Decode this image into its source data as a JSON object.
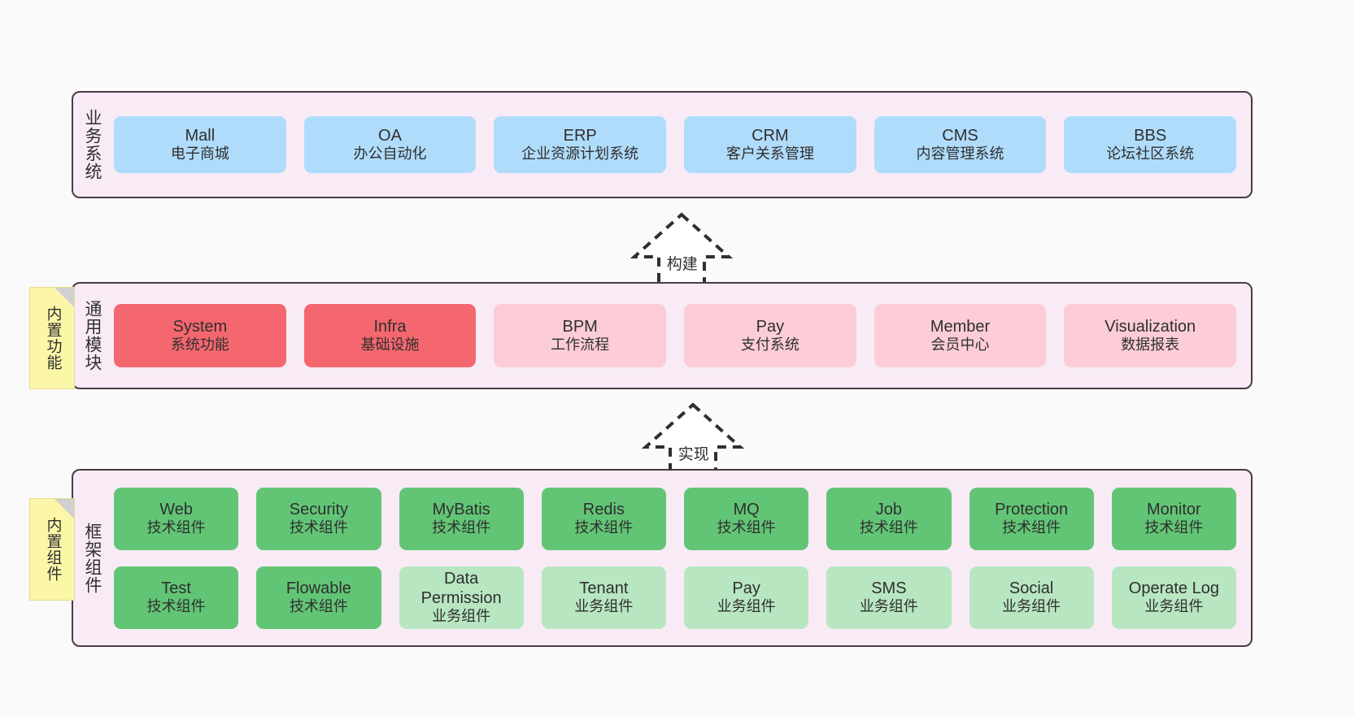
{
  "notes": [
    {
      "id": "builtin-function",
      "text": "内置功能"
    },
    {
      "id": "builtin-component",
      "text": "内置组件"
    }
  ],
  "connectors": [
    {
      "id": "build",
      "label": "构建",
      "style": "dashed-hollow-arrow-up"
    },
    {
      "id": "implement",
      "label": "实现",
      "style": "dashed-hollow-arrow-up"
    }
  ],
  "colors": {
    "band_background": "#f8ebf6",
    "band_border": "#4a3b45",
    "blue": "#b0dcfb",
    "red": "#f4676f",
    "pink": "#fccdd6",
    "green": "#62c576",
    "light_green": "#b8e6c1",
    "note_yellow": "#fcf6a8",
    "page_background": "#fafafa"
  },
  "layers": [
    {
      "id": "business",
      "title": "业务系统",
      "rows": [
        [
          {
            "en": "Mall",
            "cn": "电子商城",
            "color": "blue"
          },
          {
            "en": "OA",
            "cn": "办公自动化",
            "color": "blue"
          },
          {
            "en": "ERP",
            "cn": "企业资源计划系统",
            "color": "blue"
          },
          {
            "en": "CRM",
            "cn": "客户关系管理",
            "color": "blue"
          },
          {
            "en": "CMS",
            "cn": "内容管理系统",
            "color": "blue"
          },
          {
            "en": "BBS",
            "cn": "论坛社区系统",
            "color": "blue"
          }
        ]
      ]
    },
    {
      "id": "common",
      "title": "通用模块",
      "rows": [
        [
          {
            "en": "System",
            "cn": "系统功能",
            "color": "red"
          },
          {
            "en": "Infra",
            "cn": "基础设施",
            "color": "red"
          },
          {
            "en": "BPM",
            "cn": "工作流程",
            "color": "pink"
          },
          {
            "en": "Pay",
            "cn": "支付系统",
            "color": "pink"
          },
          {
            "en": "Member",
            "cn": "会员中心",
            "color": "pink"
          },
          {
            "en": "Visualization",
            "cn": "数据报表",
            "color": "pink"
          }
        ]
      ]
    },
    {
      "id": "framework",
      "title": "框架组件",
      "rows": [
        [
          {
            "en": "Web",
            "cn": "技术组件",
            "color": "green"
          },
          {
            "en": "Security",
            "cn": "技术组件",
            "color": "green"
          },
          {
            "en": "MyBatis",
            "cn": "技术组件",
            "color": "green"
          },
          {
            "en": "Redis",
            "cn": "技术组件",
            "color": "green"
          },
          {
            "en": "MQ",
            "cn": "技术组件",
            "color": "green"
          },
          {
            "en": "Job",
            "cn": "技术组件",
            "color": "green"
          },
          {
            "en": "Protection",
            "cn": "技术组件",
            "color": "green"
          },
          {
            "en": "Monitor",
            "cn": "技术组件",
            "color": "green"
          }
        ],
        [
          {
            "en": "Test",
            "cn": "技术组件",
            "color": "green"
          },
          {
            "en": "Flowable",
            "cn": "技术组件",
            "color": "green"
          },
          {
            "en": "Data Permission",
            "cn": "业务组件",
            "color": "light_green"
          },
          {
            "en": "Tenant",
            "cn": "业务组件",
            "color": "light_green"
          },
          {
            "en": "Pay",
            "cn": "业务组件",
            "color": "light_green"
          },
          {
            "en": "SMS",
            "cn": "业务组件",
            "color": "light_green"
          },
          {
            "en": "Social",
            "cn": "业务组件",
            "color": "light_green"
          },
          {
            "en": "Operate Log",
            "cn": "业务组件",
            "color": "light_green"
          }
        ]
      ]
    }
  ]
}
